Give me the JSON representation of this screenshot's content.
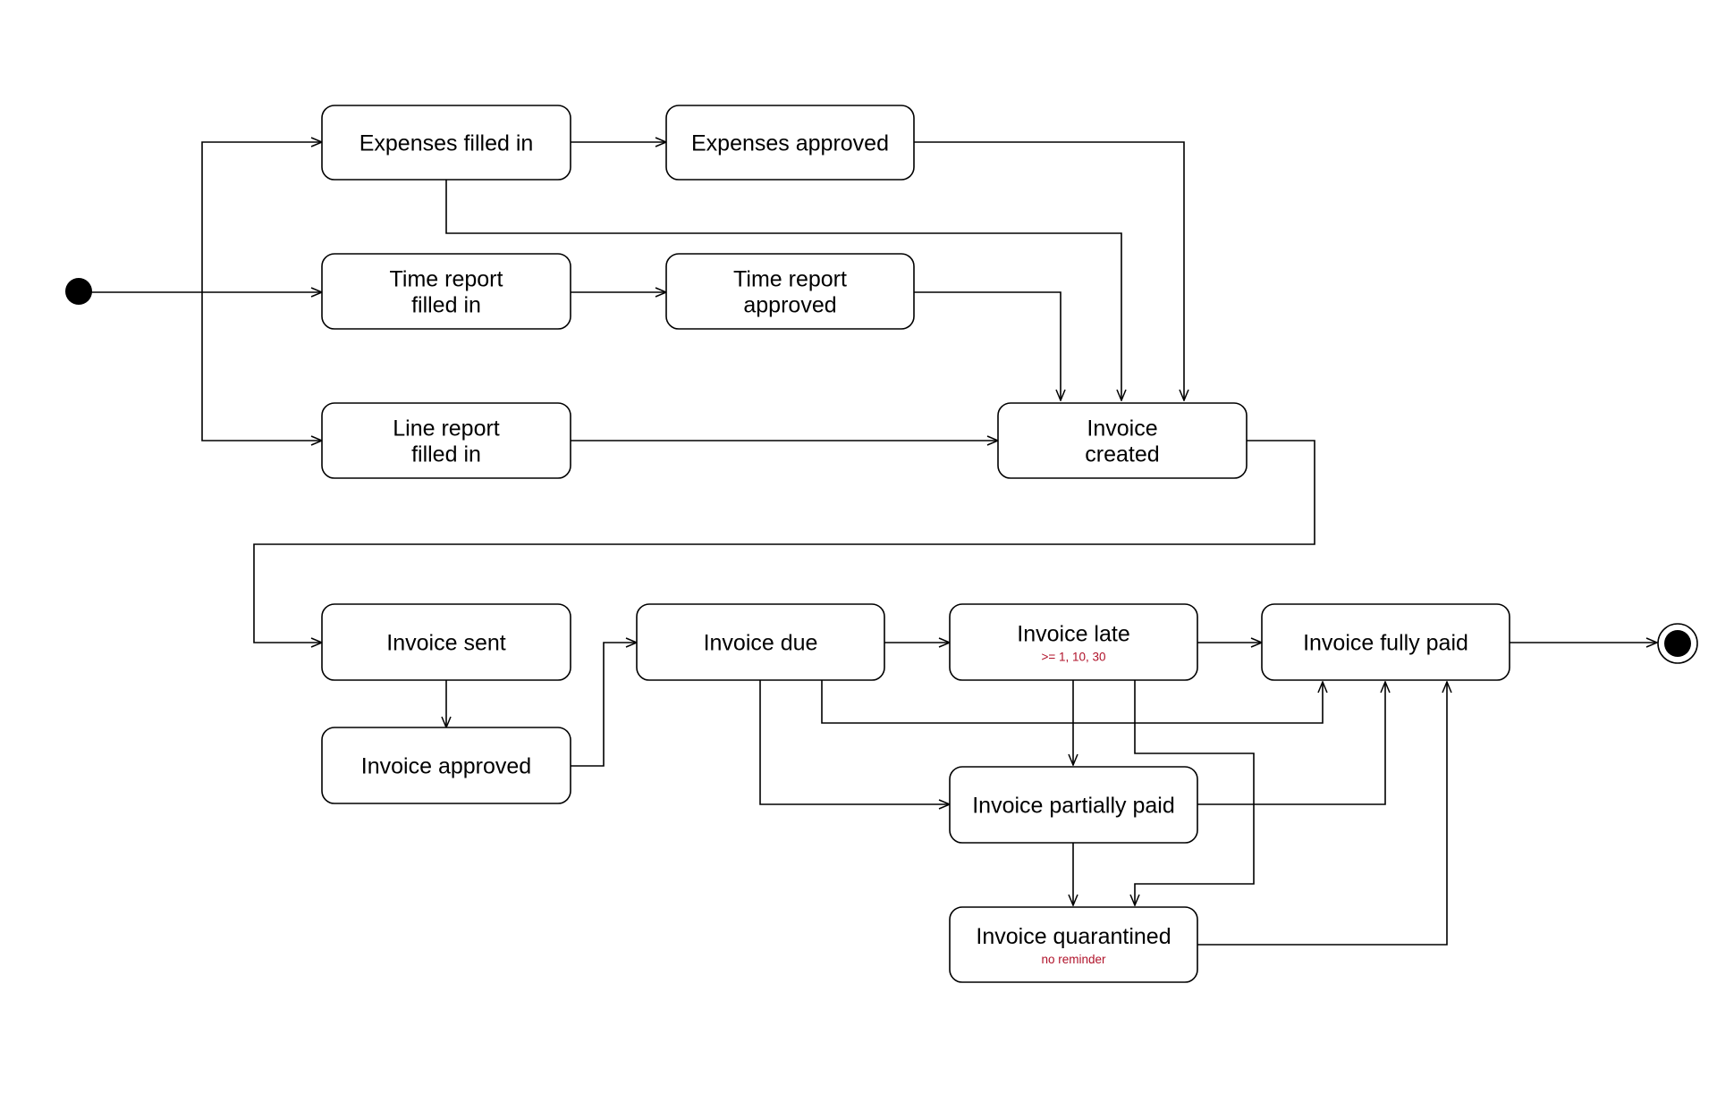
{
  "diagram": {
    "colors": {
      "line": "#000000",
      "note": "#b0122a",
      "background": "#ffffff"
    },
    "start_node": {
      "name": "initial-state"
    },
    "end_node": {
      "name": "final-state"
    },
    "states": {
      "expenses_filled_in": {
        "lines": [
          "Expenses filled in"
        ]
      },
      "expenses_approved": {
        "lines": [
          "Expenses approved"
        ]
      },
      "time_report_filled_in": {
        "lines": [
          "Time report",
          "filled in"
        ]
      },
      "time_report_approved": {
        "lines": [
          "Time report",
          "approved"
        ]
      },
      "line_report_filled_in": {
        "lines": [
          "Line report",
          "filled in"
        ]
      },
      "invoice_created": {
        "lines": [
          "Invoice",
          "created"
        ]
      },
      "invoice_sent": {
        "lines": [
          "Invoice sent"
        ]
      },
      "invoice_approved": {
        "lines": [
          "Invoice approved"
        ]
      },
      "invoice_due": {
        "lines": [
          "Invoice due"
        ]
      },
      "invoice_late": {
        "lines": [
          "Invoice late"
        ],
        "note": ">= 1, 10, 30"
      },
      "invoice_fully_paid": {
        "lines": [
          "Invoice fully paid"
        ]
      },
      "invoice_partially_paid": {
        "lines": [
          "Invoice partially paid"
        ]
      },
      "invoice_quarantined": {
        "lines": [
          "Invoice quarantined"
        ],
        "note": "no reminder"
      }
    },
    "transitions": [
      {
        "from": "initial",
        "to": "expenses_filled_in"
      },
      {
        "from": "initial",
        "to": "time_report_filled_in"
      },
      {
        "from": "initial",
        "to": "line_report_filled_in"
      },
      {
        "from": "expenses_filled_in",
        "to": "expenses_approved"
      },
      {
        "from": "expenses_filled_in",
        "to": "invoice_created"
      },
      {
        "from": "expenses_approved",
        "to": "invoice_created"
      },
      {
        "from": "time_report_filled_in",
        "to": "time_report_approved"
      },
      {
        "from": "time_report_approved",
        "to": "invoice_created"
      },
      {
        "from": "line_report_filled_in",
        "to": "invoice_created"
      },
      {
        "from": "invoice_created",
        "to": "invoice_sent"
      },
      {
        "from": "invoice_sent",
        "to": "invoice_approved"
      },
      {
        "from": "invoice_approved",
        "to": "invoice_due"
      },
      {
        "from": "invoice_due",
        "to": "invoice_late"
      },
      {
        "from": "invoice_due",
        "to": "invoice_fully_paid"
      },
      {
        "from": "invoice_due",
        "to": "invoice_partially_paid"
      },
      {
        "from": "invoice_late",
        "to": "invoice_fully_paid"
      },
      {
        "from": "invoice_late",
        "to": "invoice_partially_paid"
      },
      {
        "from": "invoice_late",
        "to": "invoice_quarantined"
      },
      {
        "from": "invoice_partially_paid",
        "to": "invoice_fully_paid"
      },
      {
        "from": "invoice_partially_paid",
        "to": "invoice_quarantined"
      },
      {
        "from": "invoice_quarantined",
        "to": "invoice_fully_paid"
      },
      {
        "from": "invoice_fully_paid",
        "to": "final"
      }
    ]
  }
}
